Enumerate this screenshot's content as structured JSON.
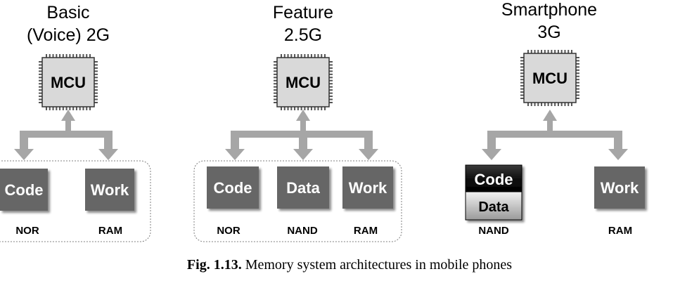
{
  "columns": [
    {
      "title_line1": "Basic",
      "title_line2": "(Voice) 2G",
      "chip": "MCU",
      "blocks": [
        "Code",
        "Work"
      ],
      "memory": [
        "NOR",
        "RAM"
      ]
    },
    {
      "title_line1": "Feature",
      "title_line2": "2.5G",
      "chip": "MCU",
      "blocks": [
        "Code",
        "Data",
        "Work"
      ],
      "memory": [
        "NOR",
        "NAND",
        "RAM"
      ]
    },
    {
      "title_line1": "Smartphone",
      "title_line2": "3G",
      "chip": "MCU",
      "stacked_block_top": "Code",
      "stacked_block_bottom": "Data",
      "block_right": "Work",
      "memory": [
        "NAND",
        "RAM"
      ]
    }
  ],
  "caption": {
    "label": "Fig. 1.13.",
    "text": " Memory system architectures in mobile phones"
  },
  "colors": {
    "block_fill": "#666666",
    "arrow_fill": "#a6a6a6",
    "chip_fill": "#d9d9d9",
    "stack_top_fill": "#1a1a1a",
    "stack_bottom_fill": "#c8c8c8"
  }
}
